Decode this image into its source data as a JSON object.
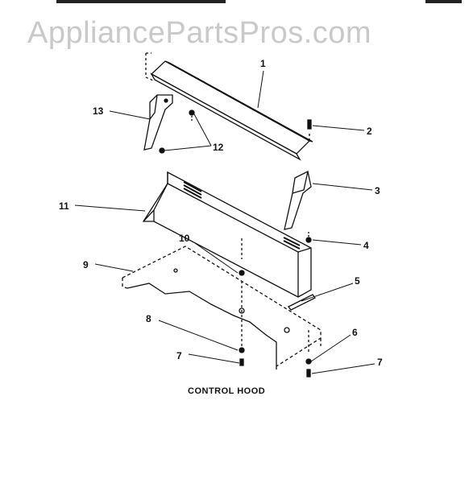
{
  "watermark": "AppliancePartsPros.com",
  "caption": "CONTROL HOOD",
  "callouts": {
    "c1": "1",
    "c2": "2",
    "c3": "3",
    "c4": "4",
    "c5": "5",
    "c6": "6",
    "c7a": "7",
    "c7b": "7",
    "c8": "8",
    "c9": "9",
    "c10": "10",
    "c11": "11",
    "c12": "12",
    "c13": "13"
  }
}
